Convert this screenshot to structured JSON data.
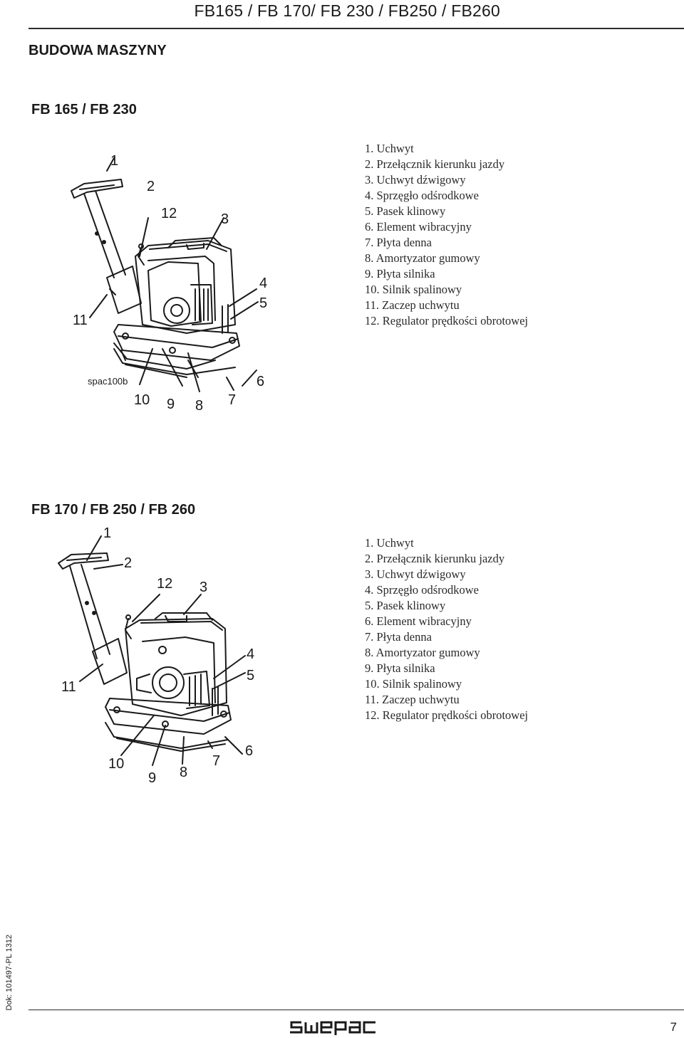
{
  "header": {
    "title": "FB165 / FB 170/ FB 230 / FB250 / FB260"
  },
  "section": {
    "title": "BUDOWA MASZYNY"
  },
  "models": [
    {
      "title": "FB 165 / FB 230",
      "image_code": "spac100b",
      "callouts": [
        "1",
        "2",
        "12",
        "3",
        "4",
        "5",
        "11",
        "6",
        "10",
        "9",
        "8",
        "7"
      ],
      "parts": [
        "1. Uchwyt",
        "2. Przełącznik kierunku jazdy",
        "3. Uchwyt dźwigowy",
        "4. Sprzęgło odśrodkowe",
        "5. Pasek klinowy",
        "6. Element wibracyjny",
        "7. Płyta denna",
        "8. Amortyzator gumowy",
        "9. Płyta silnika",
        "10. Silnik spalinowy",
        "11. Zaczep uchwytu",
        "12. Regulator prędkości obrotowej"
      ]
    },
    {
      "title": "FB 170 / FB 250 / FB 260",
      "callouts": [
        "1",
        "2",
        "12",
        "3",
        "4",
        "5",
        "11",
        "6",
        "10",
        "9",
        "8",
        "7"
      ],
      "parts": [
        "1. Uchwyt",
        "2. Przełącznik kierunku jazdy",
        "3. Uchwyt dźwigowy",
        "4. Sprzęgło odśrodkowe",
        "5. Pasek klinowy",
        "6. Element wibracyjny",
        "7. Płyta denna",
        "8. Amortyzator gumowy",
        "9. Płyta silnika",
        "10. Silnik spalinowy",
        "11. Zaczep uchwytu",
        "12. Regulator prędkości obrotowej"
      ]
    }
  ],
  "footer": {
    "doc_id": "Dok: 101497-PL 1312",
    "logo_text": "swepac",
    "page_number": "7"
  }
}
